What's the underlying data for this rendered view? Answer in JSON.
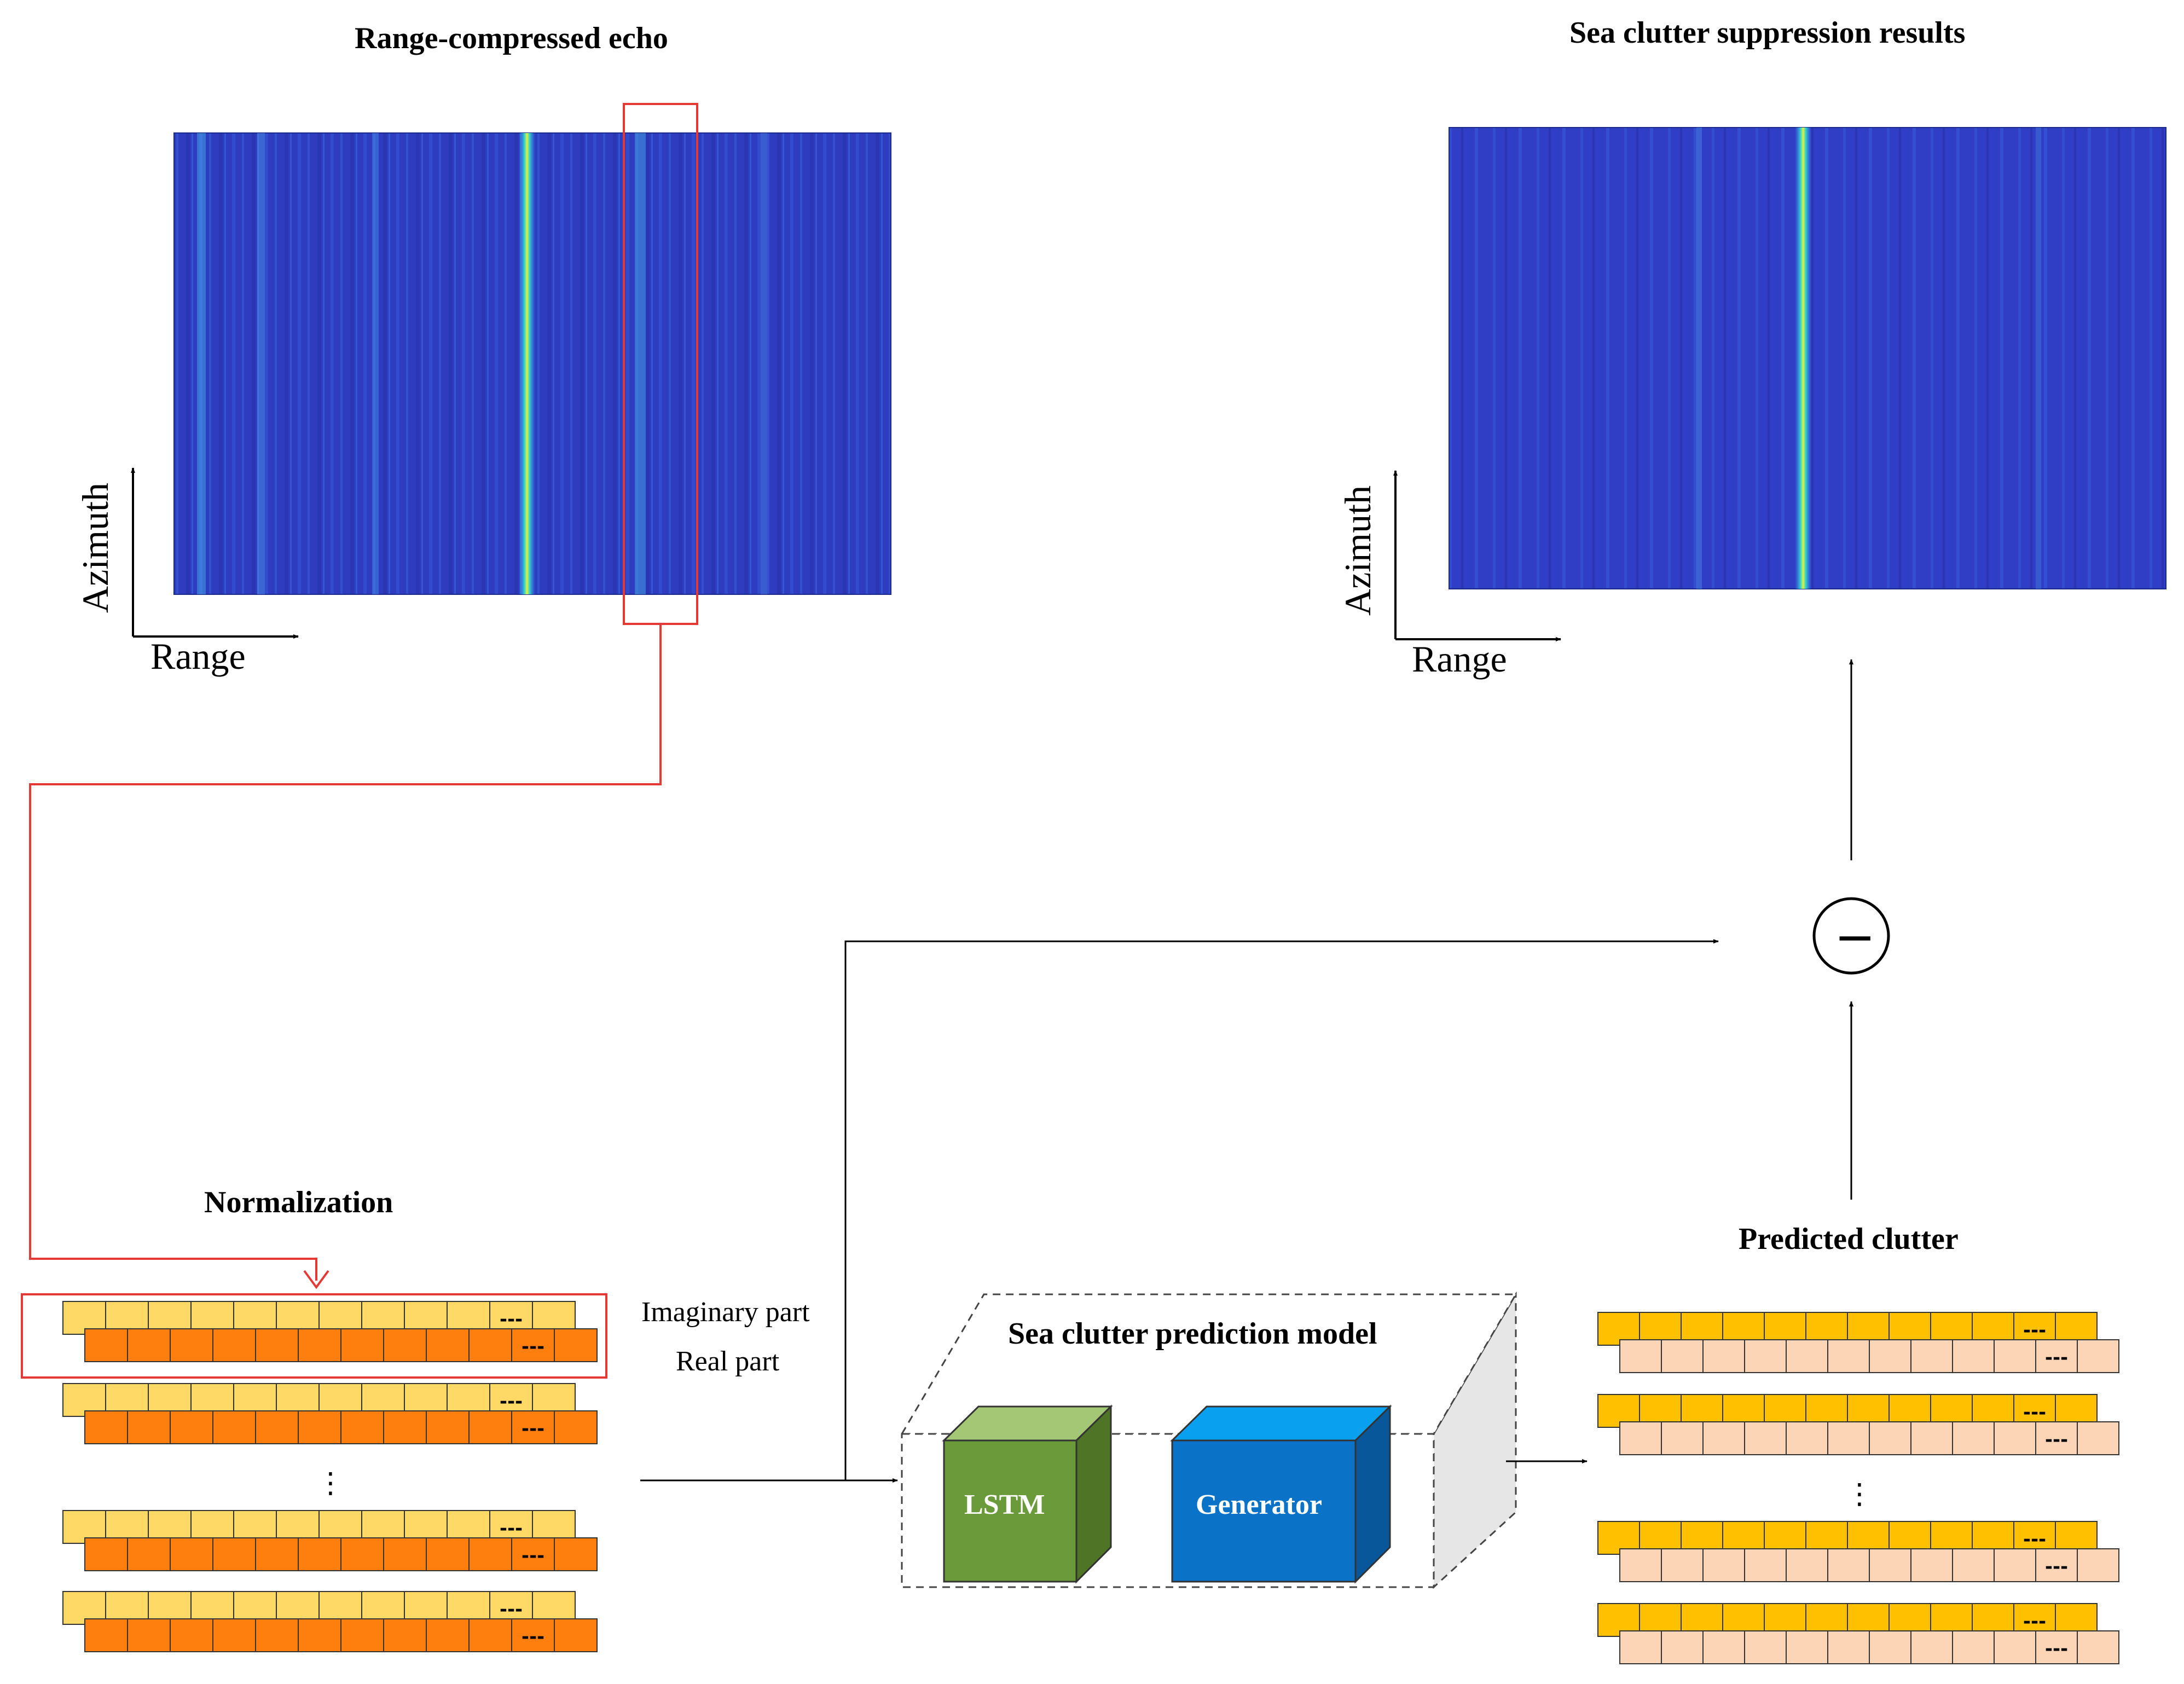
{
  "titles": {
    "echo": "Range-compressed echo",
    "suppression": "Sea clutter suppression results",
    "normalization": "Normalization",
    "predicted": "Predicted clutter",
    "model": "Sea clutter prediction model"
  },
  "axes": {
    "azimuth": "Azimuth",
    "range": "Range"
  },
  "parts": {
    "imaginary": "Imaginary part",
    "real": "Real part"
  },
  "blocks": {
    "lstm": "LSTM",
    "generator": "Generator"
  },
  "symbols": {
    "minus": "−",
    "ellipsis_cell": "---",
    "vertical_ellipsis": "⋮"
  },
  "colors": {
    "radar_bg": "#2e3cbf",
    "highlight": "#e53935",
    "norm_top": "#ffd966",
    "norm_bottom": "#ff7f0e",
    "pred_top": "#ffc000",
    "pred_bottom": "#fbd5b5",
    "lstm_front": "#6a9a3a",
    "generator_front": "#0b73c7"
  }
}
